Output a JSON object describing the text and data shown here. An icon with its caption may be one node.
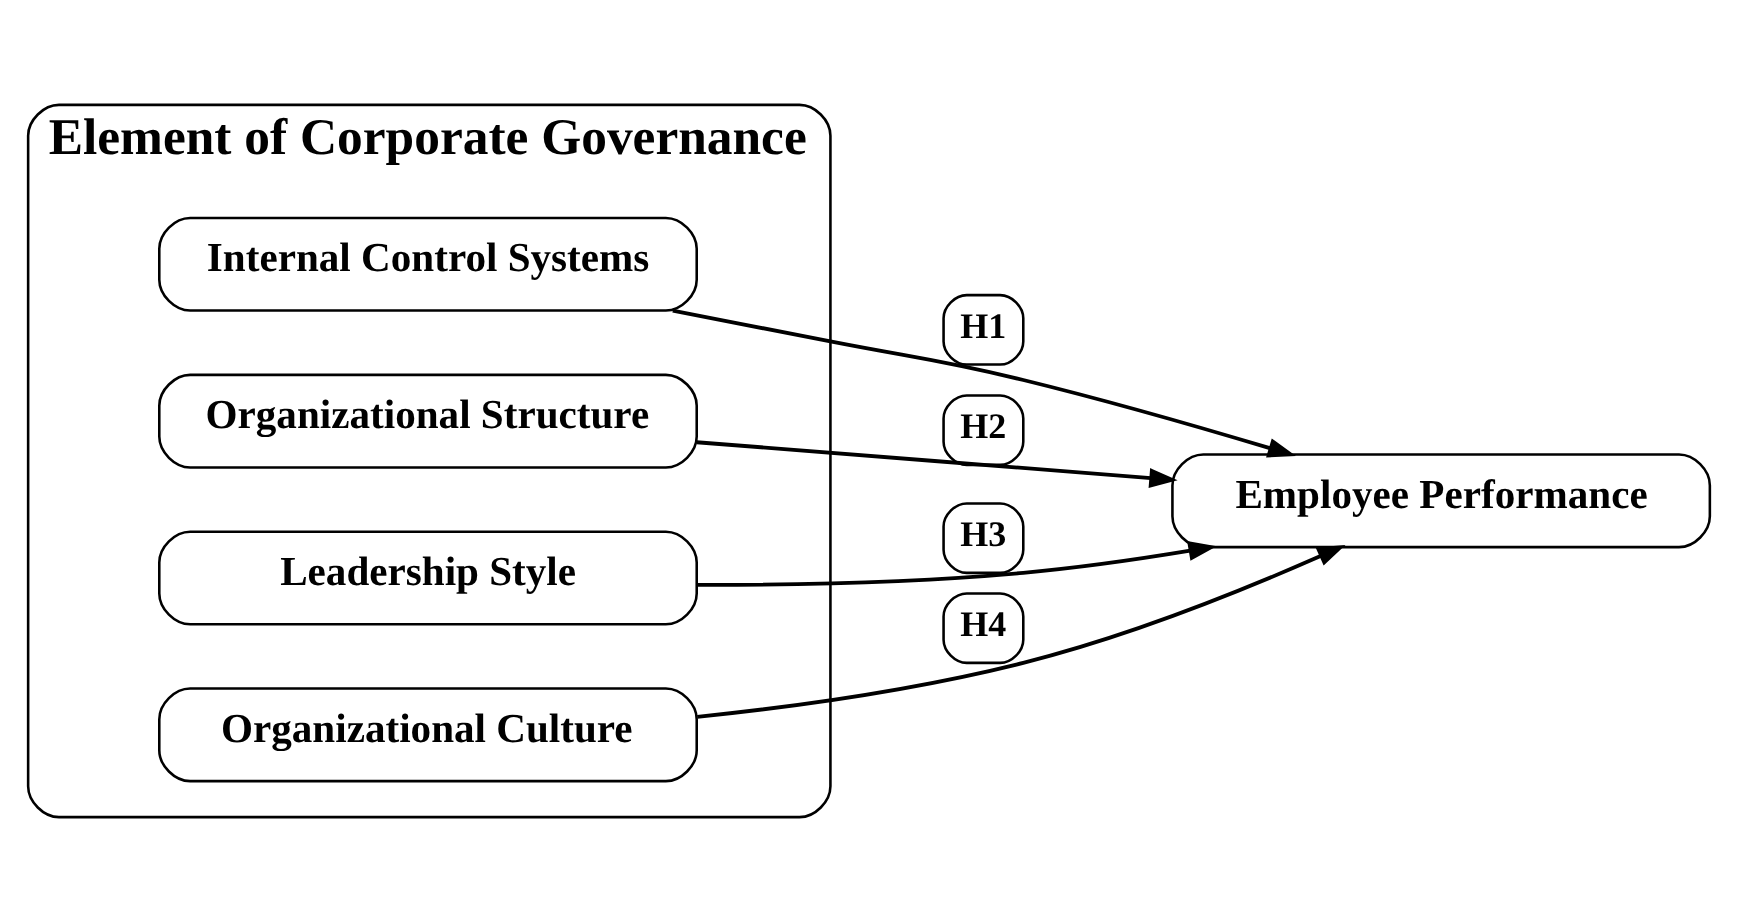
{
  "diagram": {
    "nodes": [
      {
        "text": [
          "Element of Corporate Governance"
        ]
      },
      {
        "text": [
          "Internal Control Systems"
        ],
        "in": 0
      },
      {
        "text": [
          "Organizational Structure"
        ],
        "in": 0
      },
      {
        "text": [
          "Leadership Style"
        ],
        "in": 0
      },
      {
        "text": [
          "Organizational Culture"
        ],
        "in": 0
      },
      {
        "text": [
          "Employee Performance"
        ]
      }
    ],
    "edges": [
      {
        "from": 1,
        "to": 5,
        "arrow": "to",
        "label": "H1"
      },
      {
        "from": 2,
        "to": 5,
        "arrow": "to",
        "label": "H2"
      },
      {
        "from": 3,
        "to": 5,
        "arrow": "to",
        "label": "H3"
      },
      {
        "from": 4,
        "to": 5,
        "arrow": "to",
        "label": "H4"
      }
    ]
  }
}
